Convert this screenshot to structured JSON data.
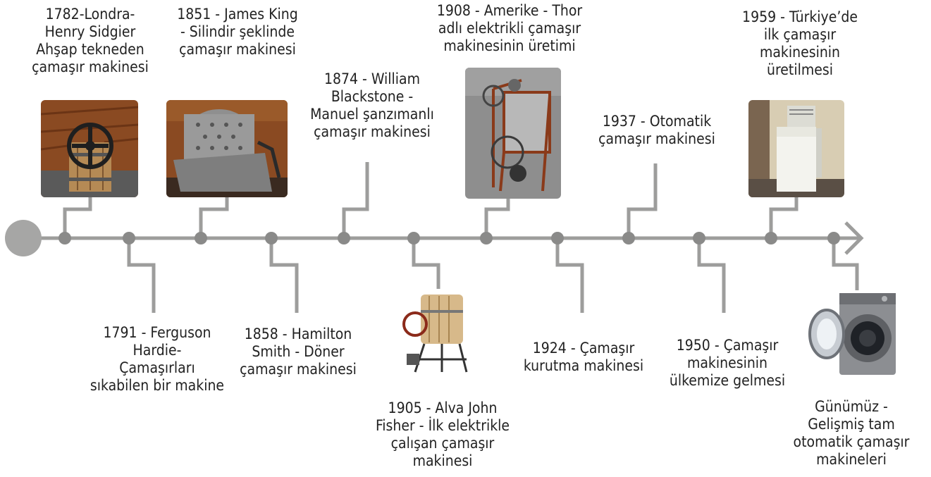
{
  "timeline": {
    "events": [
      {
        "id": "e1782",
        "text": "1782-Londra-\nHenry Sidgier\nAhşap tekneden\nçamaşır makinesi",
        "side": "top",
        "icon": "wooden-washtub-icon"
      },
      {
        "id": "e1791",
        "text": "1791 - Ferguson\nHardie-\nÇamaşırları\nsıkabilen bir makine",
        "side": "bottom"
      },
      {
        "id": "e1851",
        "text": "1851 - James King\n- Silindir şeklinde\nçamaşır makinesi",
        "side": "top",
        "icon": "metal-drum-washer-icon"
      },
      {
        "id": "e1858",
        "text": "1858 - Hamilton\nSmith - Döner\nçamaşır makinesi",
        "side": "bottom"
      },
      {
        "id": "e1874",
        "text": "1874 - William\nBlackstone -\nManuel şanzımanlı\nçamaşır makinesi",
        "side": "top"
      },
      {
        "id": "e1905",
        "text": "1905 - Alva John\nFisher - İlk elektrikle\nçalışan çamaşır\nmakinesi",
        "side": "bottom",
        "icon": "electric-drum-washer-icon"
      },
      {
        "id": "e1908",
        "text": "1908 - Amerike - Thor\nadlı elektrikli çamaşır\nmakinesinin üretimi",
        "side": "top",
        "icon": "thor-washer-icon"
      },
      {
        "id": "e1924",
        "text": "1924 - Çamaşır\nkurutma makinesi",
        "side": "bottom"
      },
      {
        "id": "e1937",
        "text": "1937 - Otomatik\nçamaşır makinesi",
        "side": "top"
      },
      {
        "id": "e1950",
        "text": "1950 - Çamaşır\nmakinesinin\nülkemize gelmesi",
        "side": "bottom"
      },
      {
        "id": "e1959",
        "text": "1959 - Türkiye’de\nilk çamaşır\nmakinesinin\nüretilmesi",
        "side": "top",
        "icon": "top-loader-washer-icon"
      },
      {
        "id": "enow",
        "text": "Günümüz -\nGelişmiş tam\notomatik çamaşır\nmakineleri",
        "side": "bottom",
        "icon": "modern-front-loader-icon"
      }
    ]
  },
  "colors": {
    "line": "#9d9d9c",
    "node": "#8a8a89",
    "start": "#a6a6a5",
    "text": "#222222"
  }
}
